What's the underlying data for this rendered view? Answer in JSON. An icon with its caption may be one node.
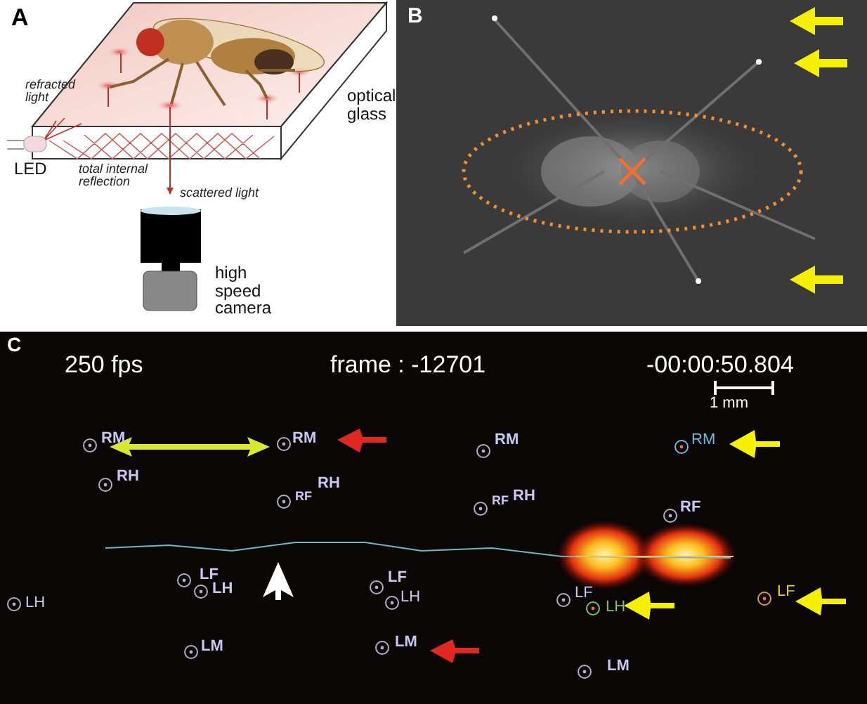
{
  "diagram": {
    "labels": [
      "A",
      "refracted light",
      "optical glass",
      "LED",
      "total internal reflection",
      "scattered light",
      "high speed camera",
      "B",
      "C",
      "250 fps",
      "frame : -12701",
      "-00:00:50.804",
      "1 mm",
      "RM",
      "RM",
      "RM",
      "RM",
      "RH",
      "RF",
      "RH",
      "RF",
      "RH",
      "RF",
      "LH",
      "LF",
      "LH",
      "LF",
      "LH",
      "LF",
      "LH",
      "LF",
      "LM",
      "LM",
      "LM"
    ]
  }
}
